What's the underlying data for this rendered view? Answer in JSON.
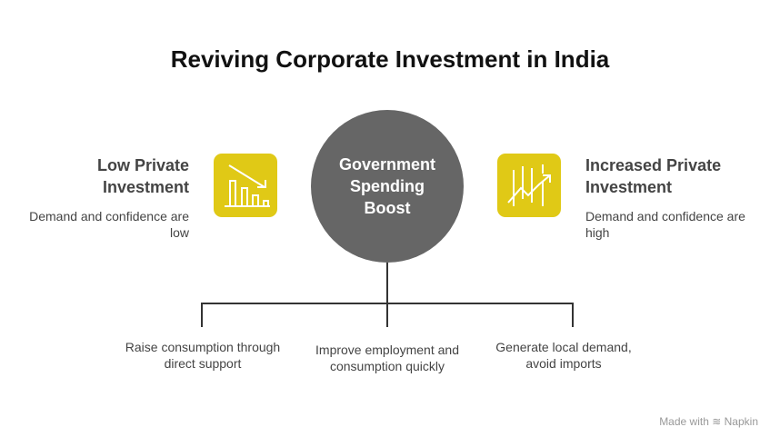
{
  "title": "Reviving Corporate Investment in India",
  "left": {
    "heading": "Low Private Investment",
    "description": "Demand and confidence are low",
    "icon": "declining-bar-chart-icon"
  },
  "center": {
    "label": "Government Spending Boost"
  },
  "right": {
    "heading": "Increased Private Investment",
    "description": "Demand and confidence are high",
    "icon": "rising-chart-icon"
  },
  "branches": [
    "Raise consumption through direct support",
    "Improve employment and consumption quickly",
    "Generate local demand, avoid imports"
  ],
  "footer": {
    "made_with": "Made with",
    "brand": "Napkin"
  },
  "colors": {
    "accent": "#E0C916",
    "circle": "#666666"
  }
}
